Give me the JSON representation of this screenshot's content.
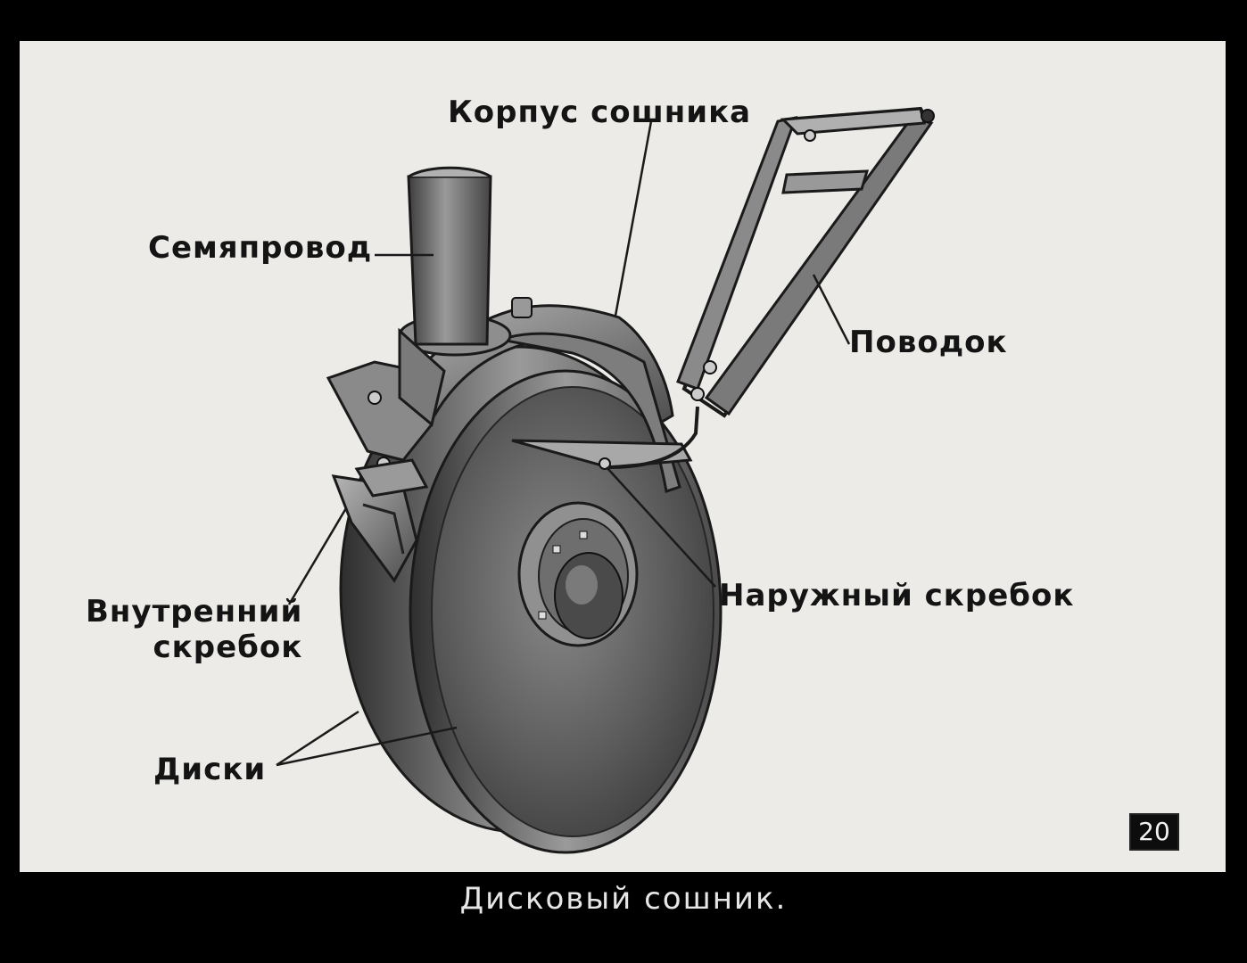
{
  "labels": {
    "body": "Корпус сошника",
    "seed_tube": "Семяпровод",
    "leash": "Поводок",
    "outer_scraper": "Наружный скребок",
    "inner_scraper_line1": "Внутренний",
    "inner_scraper_line2": "скребок",
    "disks": "Диски"
  },
  "page_number": "20",
  "caption": "Дисковый сошник."
}
